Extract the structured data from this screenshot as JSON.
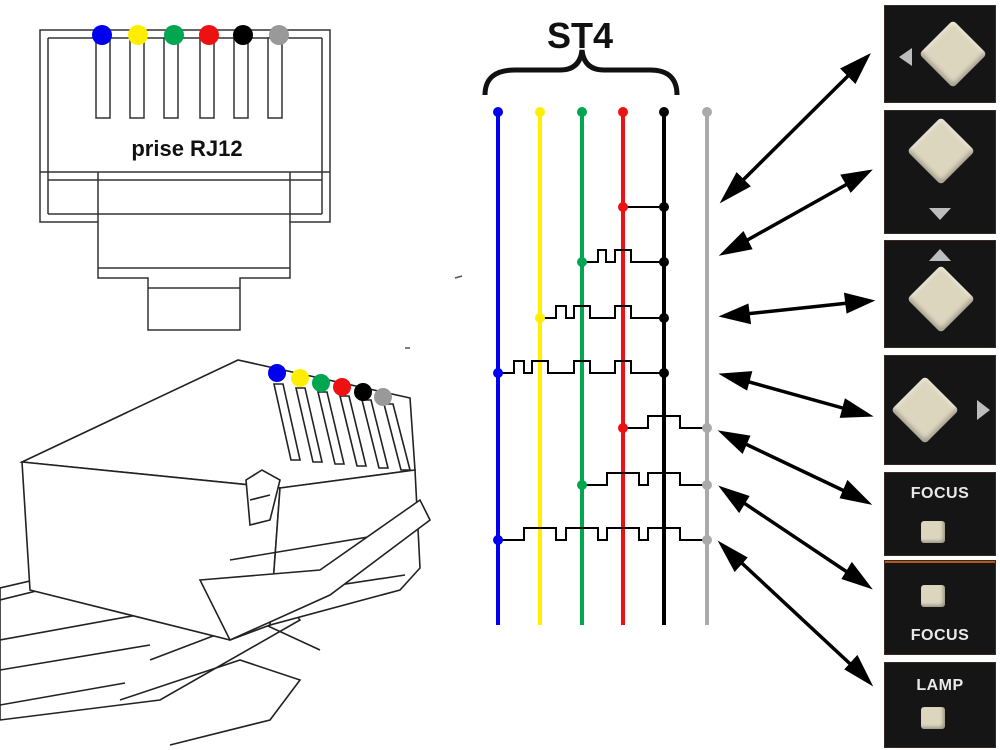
{
  "rj12_label": "prise RJ12",
  "bus_title": "ST4",
  "wire_colors": [
    {
      "name": "blue",
      "hex": "#0000ee"
    },
    {
      "name": "yellow",
      "hex": "#ffee00"
    },
    {
      "name": "green",
      "hex": "#00a650"
    },
    {
      "name": "red",
      "hex": "#ee1111"
    },
    {
      "name": "black",
      "hex": "#000000"
    },
    {
      "name": "gray",
      "hex": "#aaaaaa"
    }
  ],
  "buttons": [
    {
      "name": "left-diamond-button",
      "label": ""
    },
    {
      "name": "down-diamond-button",
      "label": ""
    },
    {
      "name": "up-diamond-button",
      "label": ""
    },
    {
      "name": "right-diamond-button",
      "label": ""
    },
    {
      "name": "focus-button-1",
      "label": "FOCUS"
    },
    {
      "name": "focus-button-2",
      "label": "FOCUS"
    },
    {
      "name": "lamp-button",
      "label": "LAMP"
    }
  ]
}
